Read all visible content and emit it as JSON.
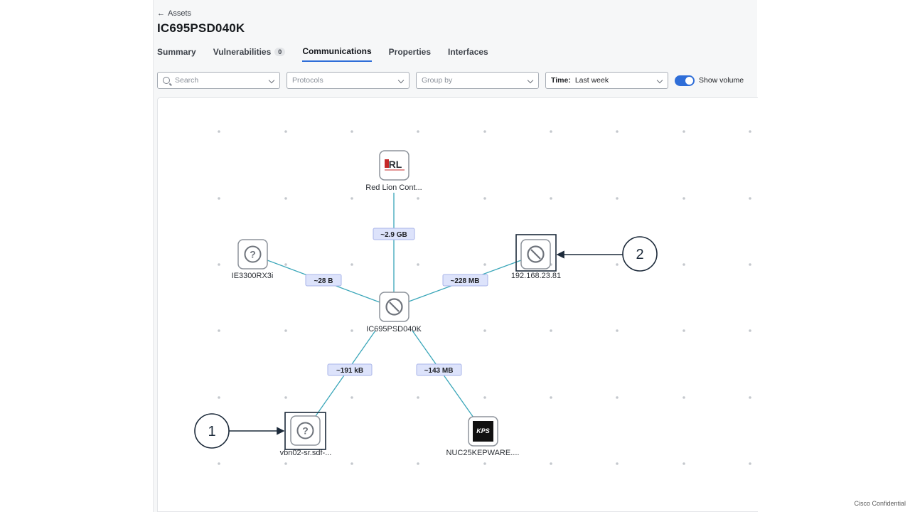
{
  "header": {
    "back_label": "Assets",
    "title": "IC695PSD040K"
  },
  "tabs": [
    {
      "label": "Summary"
    },
    {
      "label": "Vulnerabilities",
      "badge": "0"
    },
    {
      "label": "Communications",
      "active": true
    },
    {
      "label": "Properties"
    },
    {
      "label": "Interfaces"
    }
  ],
  "filters": {
    "search_placeholder": "Search",
    "protocols_placeholder": "Protocols",
    "group_by_placeholder": "Group by",
    "time_label": "Time:",
    "time_value": "Last week",
    "show_volume_label": "Show volume",
    "show_volume_on": true
  },
  "graph": {
    "nodes": {
      "center": {
        "label": "IC695PSD040K",
        "icon": "unknown-device-icon"
      },
      "top": {
        "label": "Red Lion Cont...",
        "icon": "red-lion-logo"
      },
      "left": {
        "label": "IE3300RX3i",
        "icon": "question-icon"
      },
      "right": {
        "label": "192.168.23.81",
        "icon": "unknown-device-icon"
      },
      "bottom_left": {
        "label": "vbn02-sr.sdf-...",
        "icon": "question-icon"
      },
      "bottom_right": {
        "label": "NUC25KEPWARE....",
        "icon": "kepware-logo"
      }
    },
    "edges": {
      "top": "~2.9 GB",
      "left": "~28 B",
      "right": "~228 MB",
      "bottom_left": "~191 kB",
      "bottom_right": "~143 MB"
    },
    "logo_text": {
      "red_lion": "RL",
      "kepware": "KPS"
    }
  },
  "callouts": {
    "one": "1",
    "two": "2"
  },
  "footer": "Cisco Confidential",
  "colors": {
    "edge": "#3aa6b9",
    "edge_label_bg": "#dde3fb",
    "edge_label_border": "#a9b4e8",
    "accent": "#2f6ed8",
    "callout_border": "#1c2a3a"
  }
}
